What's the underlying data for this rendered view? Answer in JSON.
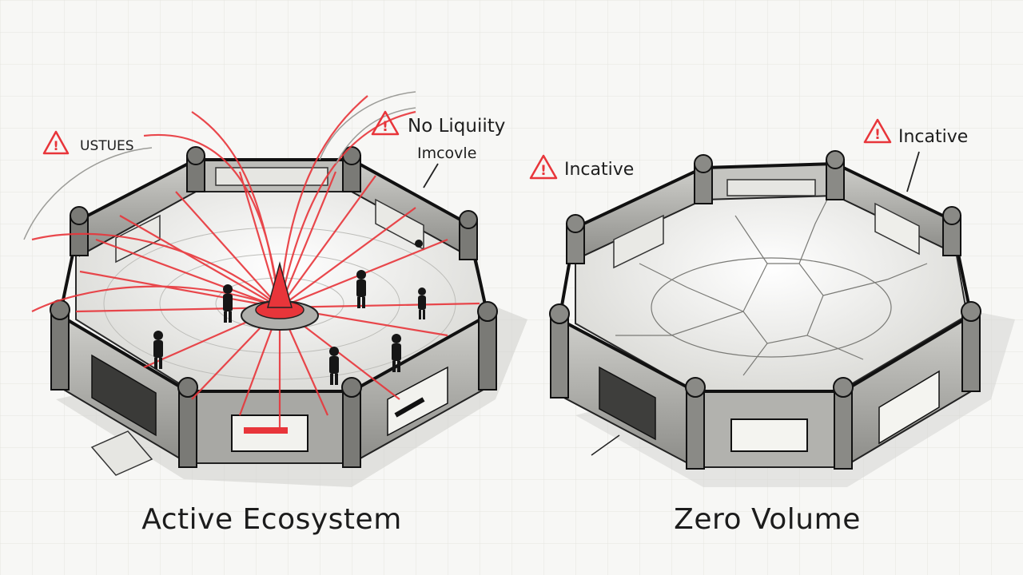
{
  "panels": [
    {
      "caption": "Active Ecosystem",
      "state": "active",
      "warnings": [
        "USTUES",
        "No Liquiity",
        "Imcovle"
      ]
    },
    {
      "caption": "Zero Volume",
      "state": "inactive",
      "warnings": [
        "Incative",
        "Incative"
      ]
    }
  ],
  "colors": {
    "ink": "#1e1e1e",
    "paper": "#f7f7f5",
    "accent_red": "#e8353a"
  },
  "icons": [
    "warning-triangle-icon",
    "person-figure-icon",
    "central-cone-icon"
  ]
}
